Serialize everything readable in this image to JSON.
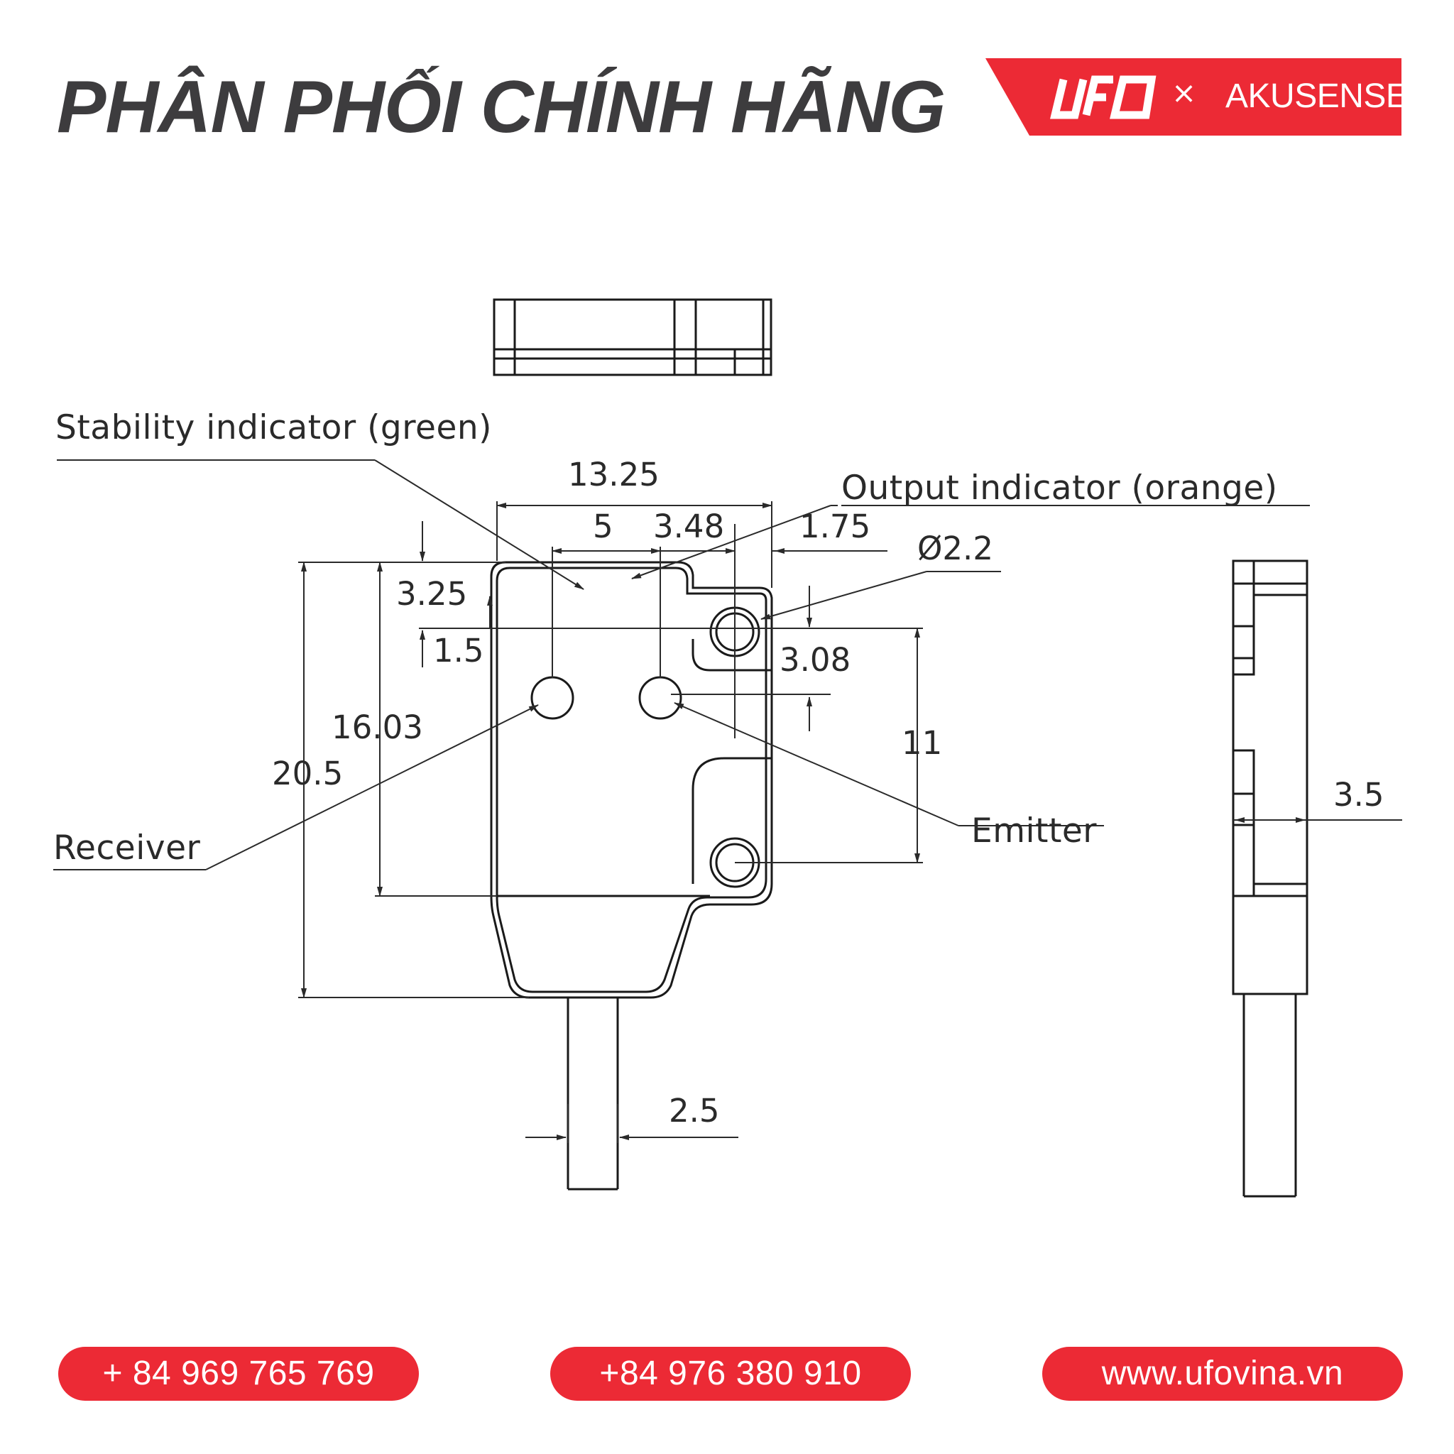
{
  "header": {
    "title": "PHÂN PHỐI CHÍNH HÃNG",
    "brand": {
      "logo_text": "UFO",
      "separator": "×",
      "partner": "AKUSENSE",
      "color": "#ec2a35"
    }
  },
  "drawing": {
    "dimensions": {
      "width_overall": "13.25",
      "lens_spacing": "5",
      "lens_to_hole": "3.48",
      "hole_edge": "1.75",
      "hole_diameter": "Ø2.2",
      "top_offset": "3.25",
      "indicator_offset": "1.5",
      "hole_offset": "3.08",
      "body_height": "16.03",
      "total_height": "20.5",
      "hole_spacing": "11",
      "thickness": "3.5",
      "cable_diameter": "2.5"
    },
    "callouts": {
      "stability": "Stability indicator (green)",
      "output": "Output indicator (orange)",
      "receiver": "Receiver",
      "emitter": "Emitter"
    }
  },
  "footer": {
    "phone_1": "+ 84 969 765 769",
    "phone_2": "+84 976 380 910",
    "website": "www.ufovina.vn"
  }
}
